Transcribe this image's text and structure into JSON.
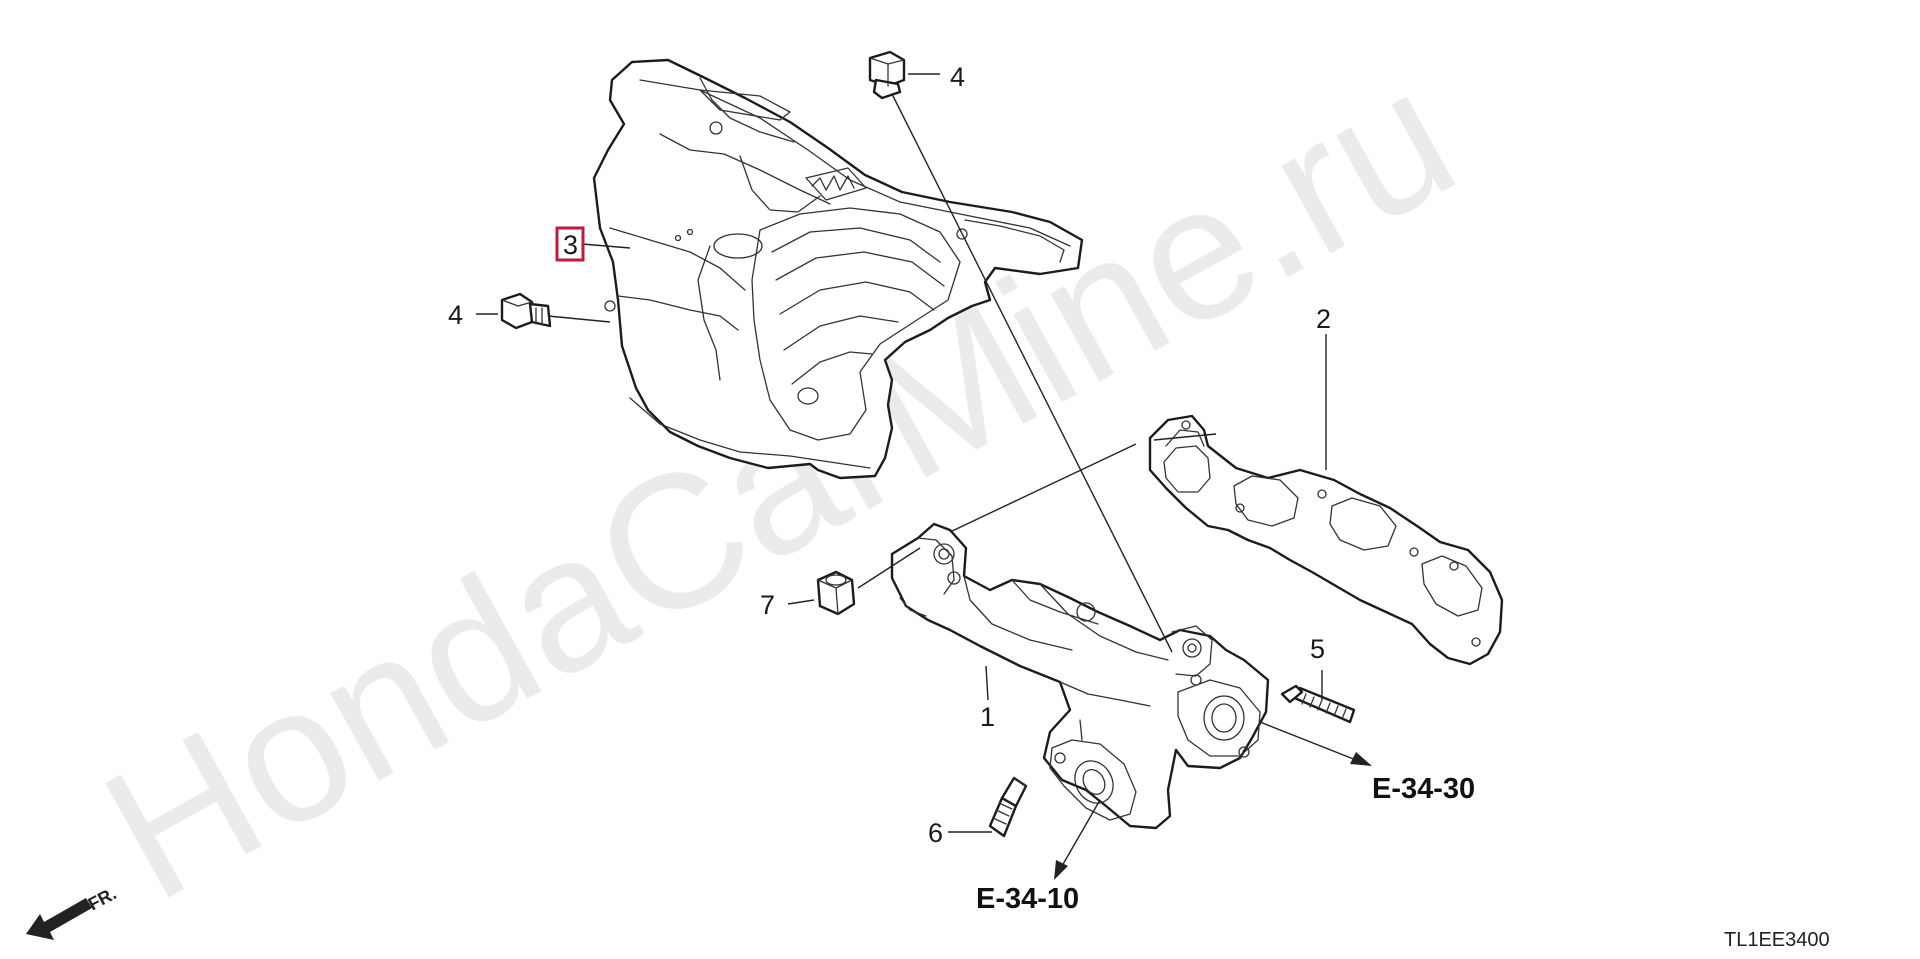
{
  "watermark": "HondaCarMine.ru",
  "callouts": {
    "c1": "1",
    "c2": "2",
    "c3": "3",
    "c4a": "4",
    "c4b": "4",
    "c5": "5",
    "c6": "6",
    "c7": "7"
  },
  "refs": {
    "e3430": "E-34-30",
    "e3410": "E-34-10"
  },
  "front_label": "FR.",
  "diagram_code": "TL1EE3400",
  "colors": {
    "highlight_box": "#c3193f",
    "line": "#1c1c1c",
    "watermark": "#ebebeb"
  }
}
